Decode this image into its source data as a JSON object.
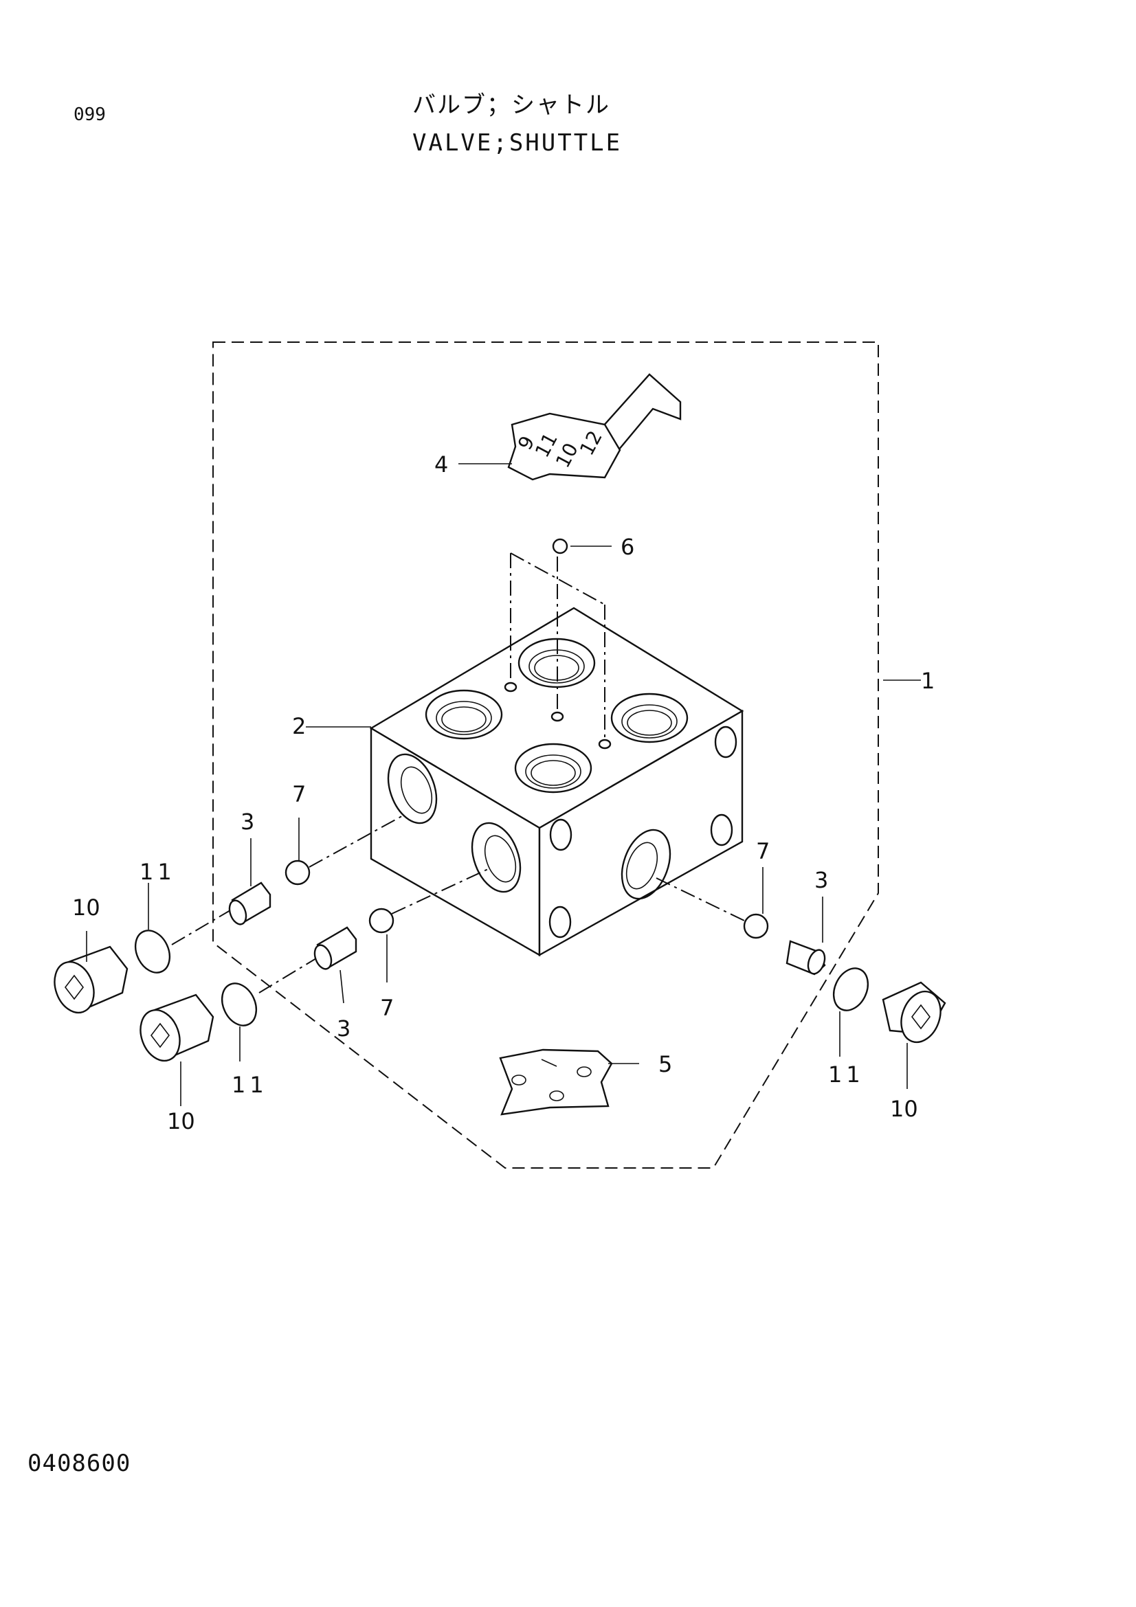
{
  "header": {
    "page_number": "099",
    "title_jp": "バルブ；シャトル",
    "title_en": "VALVE;SHUTTLE"
  },
  "footer": {
    "drawing_number": "0408600"
  },
  "callouts": {
    "c1": "1",
    "c2": "2",
    "c3a": "3",
    "c3b": "3",
    "c3c": "3",
    "c4": "4",
    "c5": "5",
    "c6": "6",
    "c7a": "7",
    "c7b": "7",
    "c7c": "7",
    "c10a": "10",
    "c10b": "10",
    "c10c": "10",
    "c11a": "11",
    "c11b": "11",
    "c11c": "11"
  },
  "plate_numbers": {
    "p9": "9",
    "p11": "11",
    "p12": "12",
    "p10": "10"
  }
}
